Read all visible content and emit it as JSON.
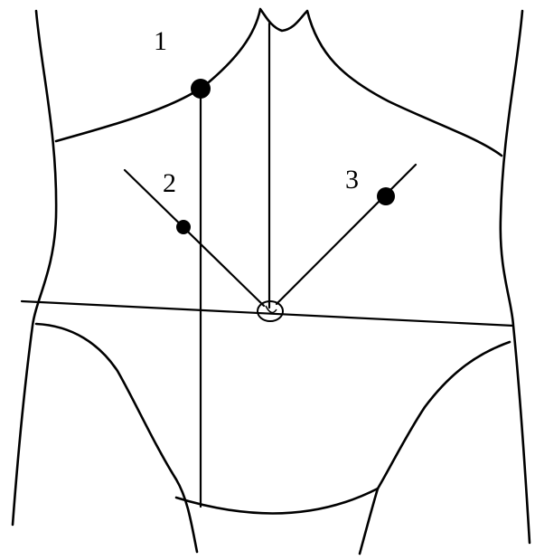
{
  "diagram": {
    "ink_color": "#000000",
    "background_color": "#ffffff",
    "markers": [
      {
        "label": "1"
      },
      {
        "label": "2"
      },
      {
        "label": "3"
      }
    ]
  }
}
